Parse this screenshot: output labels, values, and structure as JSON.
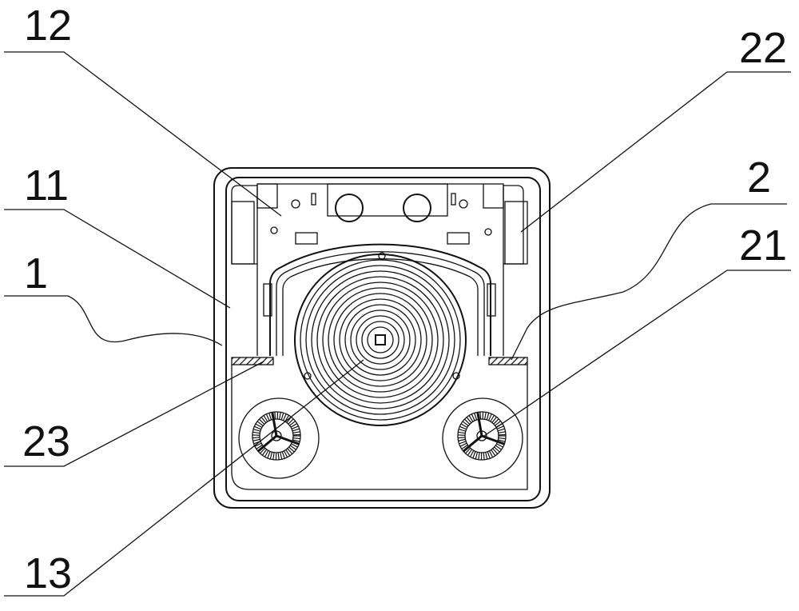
{
  "labels": {
    "l12": "12",
    "l22": "22",
    "l11": "11",
    "l2": "2",
    "l21": "21",
    "l1": "1",
    "l23": "23",
    "l13": "13"
  }
}
